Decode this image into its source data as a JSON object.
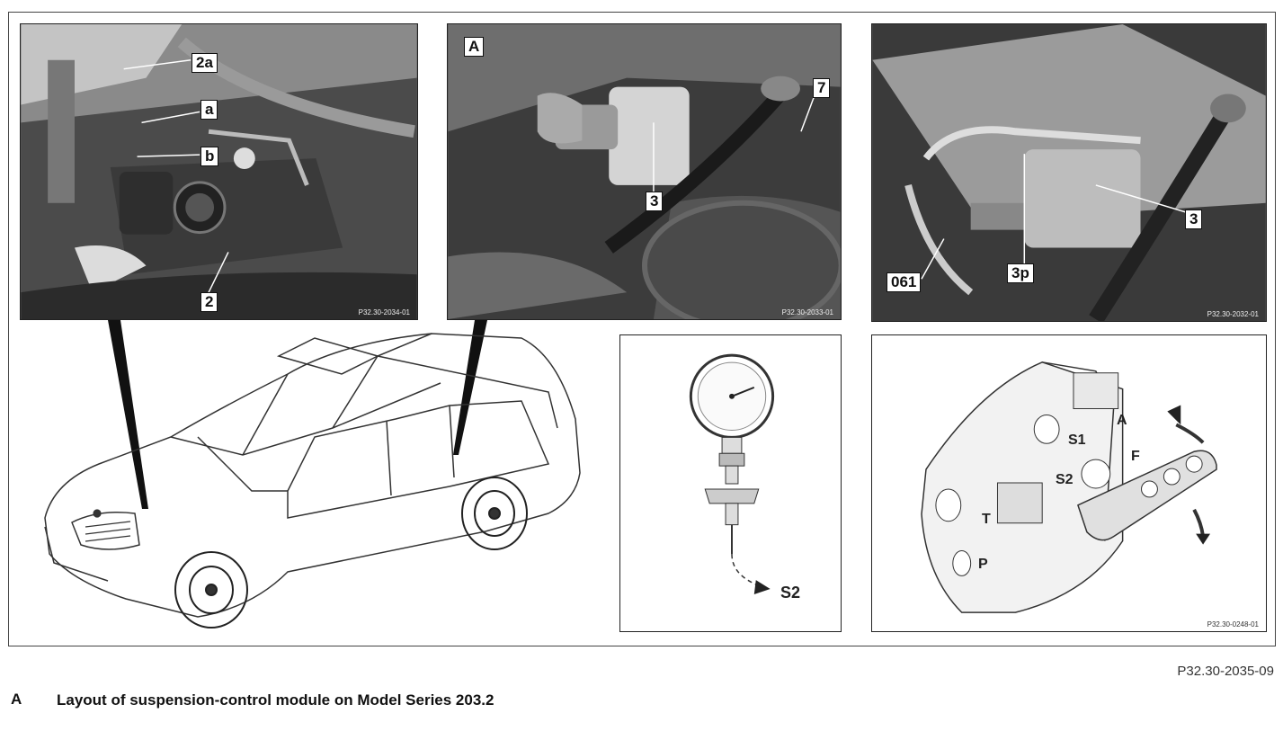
{
  "figure": {
    "reference": "P32.30-2035-09",
    "caption_letter": "A",
    "caption_text": "Layout of suspension-control module on Model Series 203.2"
  },
  "photo_engine_bay": {
    "labels": [
      "2a",
      "a",
      "b",
      "2"
    ],
    "image_ref": "P32.30-2034-01"
  },
  "photo_module_a": {
    "view_letter": "A",
    "labels": [
      "7",
      "3"
    ],
    "image_ref": "P32.30-2033-01"
  },
  "photo_module_gauge": {
    "labels": [
      "3",
      "061",
      "3p"
    ],
    "image_ref": "P32.30-2032-01"
  },
  "gauge_drawing": {
    "port_label": "S2"
  },
  "valve_drawing": {
    "port_labels": [
      "S1",
      "A",
      "F",
      "S2",
      "T",
      "P"
    ],
    "image_ref": "P32.30-0248-01"
  }
}
